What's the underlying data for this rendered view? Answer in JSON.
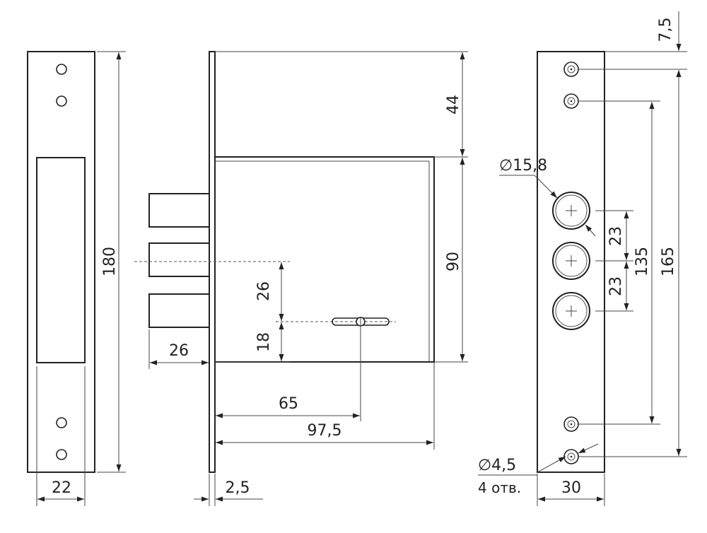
{
  "colors": {
    "line": "#222222",
    "background": "#ffffff"
  },
  "dimensions": {
    "strike_height": "180",
    "strike_width": "22",
    "bolt_throw": "26",
    "faceplate_thickness": "2,5",
    "top_offset": "44",
    "case_height": "90",
    "bolt_spacing_26": "26",
    "key_offset_18": "18",
    "backset": "65",
    "case_depth": "97,5",
    "bolt_diameter": "∅15,8",
    "top_margin": "7,5",
    "bolt_pitch_upper": "23",
    "bolt_pitch_lower": "23",
    "screw_spacing_inner": "135",
    "screw_spacing_outer": "165",
    "screw_hole_diameter": "∅4,5",
    "screw_hole_count": "4 отв.",
    "faceplate_width": "30"
  }
}
